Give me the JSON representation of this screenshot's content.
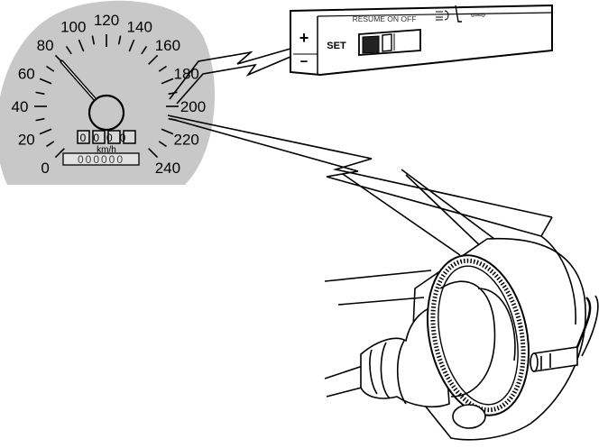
{
  "speedometer": {
    "scale": [
      "0",
      "20",
      "40",
      "60",
      "80",
      "100",
      "120",
      "140",
      "160",
      "180",
      "200",
      "220",
      "240"
    ],
    "unit": "km/h",
    "trip_digits": "0000",
    "odometer": "000000",
    "needle_value": 80,
    "dial_color": "#c8c8c8"
  },
  "cruise_switch": {
    "plus_label": "+",
    "minus_label": "−",
    "set_label": "SET",
    "header_label": "RESUME ON OFF",
    "arrows_glyph": "⇦⇨"
  }
}
